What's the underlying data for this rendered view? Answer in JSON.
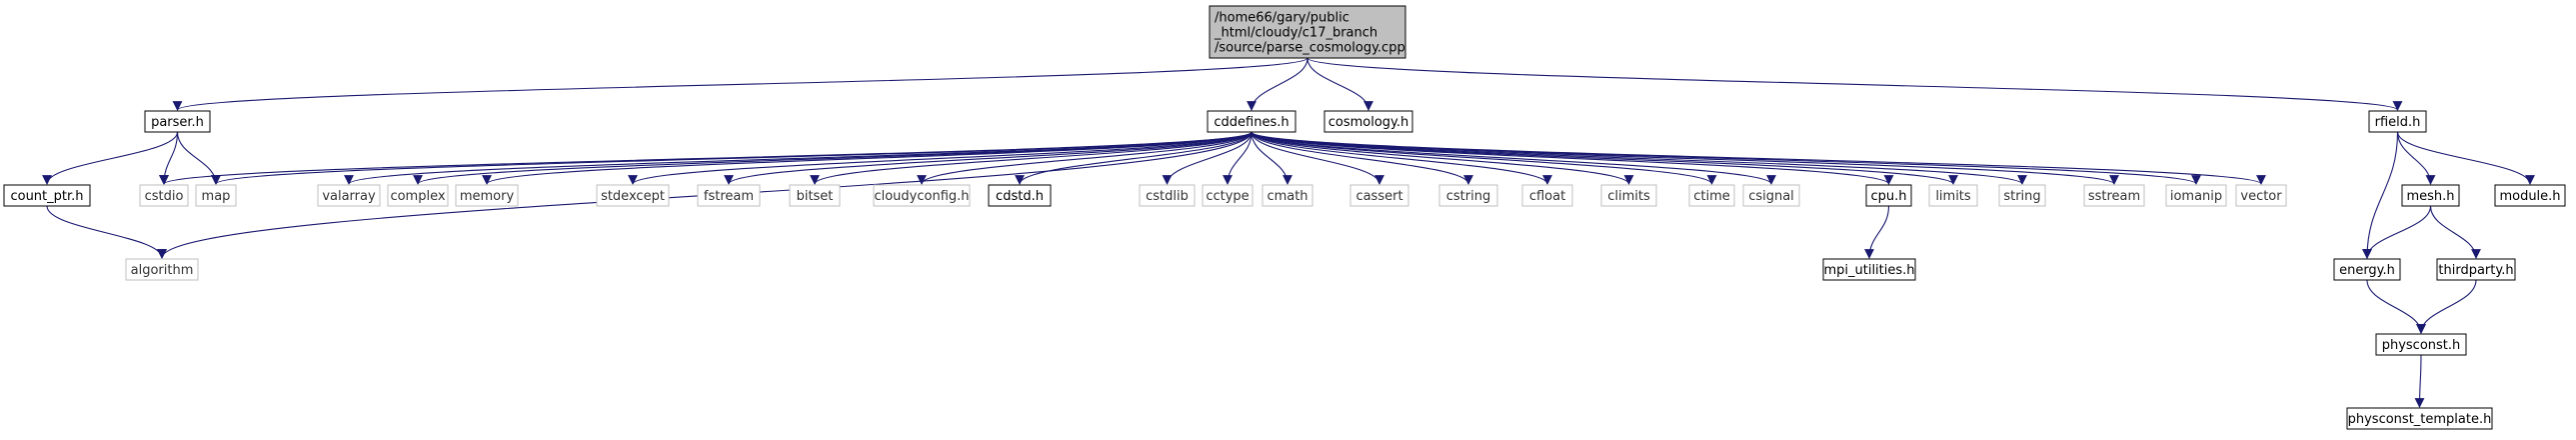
{
  "graph": {
    "colors": {
      "edge": "#191970",
      "root_fill": "#bfbfbf",
      "node_border": "#000000",
      "external_border": "#bfbfbf",
      "node_fill": "#ffffff"
    },
    "nodes": [
      {
        "id": "root",
        "lines": [
          "/home66/gary/public",
          "_html/cloudy/c17_branch",
          "/source/parse_cosmology.cpp"
        ],
        "kind": "root"
      },
      {
        "id": "parser_h",
        "lines": [
          "parser.h"
        ],
        "kind": "local"
      },
      {
        "id": "cddefines_h",
        "lines": [
          "cddefines.h"
        ],
        "kind": "local"
      },
      {
        "id": "cosmology_h",
        "lines": [
          "cosmology.h"
        ],
        "kind": "local"
      },
      {
        "id": "rfield_h",
        "lines": [
          "rfield.h"
        ],
        "kind": "local"
      },
      {
        "id": "count_ptr_h",
        "lines": [
          "count_ptr.h"
        ],
        "kind": "local"
      },
      {
        "id": "cstdio",
        "lines": [
          "cstdio"
        ],
        "kind": "external"
      },
      {
        "id": "map",
        "lines": [
          "map"
        ],
        "kind": "external"
      },
      {
        "id": "algorithm",
        "lines": [
          "algorithm"
        ],
        "kind": "external"
      },
      {
        "id": "valarray",
        "lines": [
          "valarray"
        ],
        "kind": "external"
      },
      {
        "id": "complex",
        "lines": [
          "complex"
        ],
        "kind": "external"
      },
      {
        "id": "memory",
        "lines": [
          "memory"
        ],
        "kind": "external"
      },
      {
        "id": "stdexcept",
        "lines": [
          "stdexcept"
        ],
        "kind": "external"
      },
      {
        "id": "fstream",
        "lines": [
          "fstream"
        ],
        "kind": "external"
      },
      {
        "id": "bitset",
        "lines": [
          "bitset"
        ],
        "kind": "external"
      },
      {
        "id": "cloudyconfig_h",
        "lines": [
          "cloudyconfig.h"
        ],
        "kind": "external"
      },
      {
        "id": "cdstd_h",
        "lines": [
          "cdstd.h"
        ],
        "kind": "local"
      },
      {
        "id": "cstdlib",
        "lines": [
          "cstdlib"
        ],
        "kind": "external"
      },
      {
        "id": "cctype",
        "lines": [
          "cctype"
        ],
        "kind": "external"
      },
      {
        "id": "cmath",
        "lines": [
          "cmath"
        ],
        "kind": "external"
      },
      {
        "id": "cassert",
        "lines": [
          "cassert"
        ],
        "kind": "external"
      },
      {
        "id": "cstring",
        "lines": [
          "cstring"
        ],
        "kind": "external"
      },
      {
        "id": "cfloat",
        "lines": [
          "cfloat"
        ],
        "kind": "external"
      },
      {
        "id": "climits",
        "lines": [
          "climits"
        ],
        "kind": "external"
      },
      {
        "id": "ctime",
        "lines": [
          "ctime"
        ],
        "kind": "external"
      },
      {
        "id": "csignal",
        "lines": [
          "csignal"
        ],
        "kind": "external"
      },
      {
        "id": "cpu_h",
        "lines": [
          "cpu.h"
        ],
        "kind": "local"
      },
      {
        "id": "limits",
        "lines": [
          "limits"
        ],
        "kind": "external"
      },
      {
        "id": "string",
        "lines": [
          "string"
        ],
        "kind": "external"
      },
      {
        "id": "sstream",
        "lines": [
          "sstream"
        ],
        "kind": "external"
      },
      {
        "id": "iomanip",
        "lines": [
          "iomanip"
        ],
        "kind": "external"
      },
      {
        "id": "vector",
        "lines": [
          "vector"
        ],
        "kind": "external"
      },
      {
        "id": "mpi_utilities_h",
        "lines": [
          "mpi_utilities.h"
        ],
        "kind": "local"
      },
      {
        "id": "mesh_h",
        "lines": [
          "mesh.h"
        ],
        "kind": "local"
      },
      {
        "id": "module_h",
        "lines": [
          "module.h"
        ],
        "kind": "local"
      },
      {
        "id": "energy_h",
        "lines": [
          "energy.h"
        ],
        "kind": "local"
      },
      {
        "id": "thirdparty_h",
        "lines": [
          "thirdparty.h"
        ],
        "kind": "local"
      },
      {
        "id": "physconst_h",
        "lines": [
          "physconst.h"
        ],
        "kind": "local"
      },
      {
        "id": "physconst_template_h",
        "lines": [
          "physconst_template.h"
        ],
        "kind": "local"
      }
    ],
    "edges": [
      [
        "root",
        "parser_h"
      ],
      [
        "root",
        "cddefines_h"
      ],
      [
        "root",
        "cosmology_h"
      ],
      [
        "root",
        "rfield_h"
      ],
      [
        "parser_h",
        "count_ptr_h"
      ],
      [
        "parser_h",
        "cstdio"
      ],
      [
        "parser_h",
        "map"
      ],
      [
        "count_ptr_h",
        "algorithm"
      ],
      [
        "cddefines_h",
        "cstdio"
      ],
      [
        "cddefines_h",
        "map"
      ],
      [
        "cddefines_h",
        "algorithm"
      ],
      [
        "cddefines_h",
        "valarray"
      ],
      [
        "cddefines_h",
        "complex"
      ],
      [
        "cddefines_h",
        "memory"
      ],
      [
        "cddefines_h",
        "stdexcept"
      ],
      [
        "cddefines_h",
        "fstream"
      ],
      [
        "cddefines_h",
        "bitset"
      ],
      [
        "cddefines_h",
        "cloudyconfig_h"
      ],
      [
        "cddefines_h",
        "cdstd_h"
      ],
      [
        "cddefines_h",
        "cstdlib"
      ],
      [
        "cddefines_h",
        "cctype"
      ],
      [
        "cddefines_h",
        "cmath"
      ],
      [
        "cddefines_h",
        "cassert"
      ],
      [
        "cddefines_h",
        "cstring"
      ],
      [
        "cddefines_h",
        "cfloat"
      ],
      [
        "cddefines_h",
        "climits"
      ],
      [
        "cddefines_h",
        "ctime"
      ],
      [
        "cddefines_h",
        "csignal"
      ],
      [
        "cddefines_h",
        "cpu_h"
      ],
      [
        "cddefines_h",
        "limits"
      ],
      [
        "cddefines_h",
        "string"
      ],
      [
        "cddefines_h",
        "sstream"
      ],
      [
        "cddefines_h",
        "iomanip"
      ],
      [
        "cddefines_h",
        "vector"
      ],
      [
        "cpu_h",
        "mpi_utilities_h"
      ],
      [
        "rfield_h",
        "mesh_h"
      ],
      [
        "rfield_h",
        "module_h"
      ],
      [
        "rfield_h",
        "energy_h"
      ],
      [
        "mesh_h",
        "energy_h"
      ],
      [
        "mesh_h",
        "thirdparty_h"
      ],
      [
        "energy_h",
        "physconst_h"
      ],
      [
        "thirdparty_h",
        "physconst_h"
      ],
      [
        "physconst_h",
        "physconst_template_h"
      ]
    ]
  }
}
